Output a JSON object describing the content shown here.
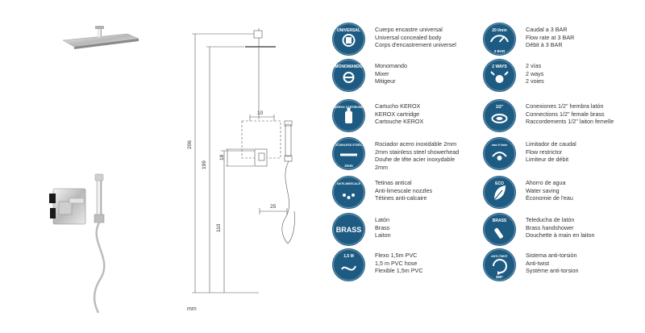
{
  "drawing": {
    "dimensions": [
      "10",
      "18",
      "206",
      "199",
      "110",
      "25"
    ],
    "unit": "mm"
  },
  "features": [
    {
      "icon": "universal-body-icon",
      "badge_text": "UNIVERSAL",
      "lines": [
        "Cuerpo encastre universal",
        "Universal concealed body",
        "Corps d'encastrement universel"
      ]
    },
    {
      "icon": "flow-rate-icon",
      "badge_text": "20 l/min",
      "badge_sub": "3 BAR",
      "lines": [
        "Caudal a 3 BAR",
        "Flow rate at 3 BAR",
        "Débit à 3 BAR"
      ]
    },
    {
      "icon": "single-lever-icon",
      "badge_text": "MONOMANDO",
      "lines": [
        "Monomando",
        "Mixer",
        "Mitigeur"
      ]
    },
    {
      "icon": "two-ways-icon",
      "badge_text": "2 WAYS",
      "lines": [
        "2 vías",
        "2 ways",
        "2 voies"
      ]
    },
    {
      "icon": "kerox-cartridge-icon",
      "badge_text": "KEROX CARTRIDGE",
      "lines": [
        "Cartucho KEROX",
        "KEROX cartridge",
        "Cartouche KEROX"
      ]
    },
    {
      "icon": "connection-icon",
      "badge_text": "1/2\"",
      "lines": [
        "Conexiones 1/2\" hembra latón",
        "Connections 1/2\" female brass",
        "Raccordements 1/2\" laiton femelle"
      ]
    },
    {
      "icon": "stainless-steel-icon",
      "badge_text": "STAINLESS STEEL",
      "badge_sub": "2mm",
      "lines": [
        "Rociador acero inoxidable 2mm",
        "2mm stainless steel showerhead",
        "Douhe de tête acier inoxydable",
        "2mm"
      ]
    },
    {
      "icon": "flow-restrictor-icon",
      "badge_text": "max 9 l/min",
      "lines": [
        "Limitador de caudal",
        "Flow restrictor",
        "Limiteur de débit"
      ]
    },
    {
      "icon": "anti-limescale-icon",
      "badge_text": "ANTILIMESCALE",
      "lines": [
        "Tetinas antical",
        "Anti-limescale nozzles",
        "Tétines anti-calcaire"
      ]
    },
    {
      "icon": "eco-icon",
      "badge_text": "ECO",
      "lines": [
        "Ahorro de agua",
        "Water saving",
        "Économie de l'eau"
      ]
    },
    {
      "icon": "brass-icon",
      "badge_text": "BRASS",
      "lines": [
        "Latón",
        "Brass",
        "Laiton"
      ]
    },
    {
      "icon": "brass-handshower-icon",
      "badge_text": "BRASS",
      "lines": [
        "Teleducha de latón",
        "Brass handshower",
        "Douchette à main en laiton"
      ]
    },
    {
      "icon": "hose-icon",
      "badge_text": "1,5 M",
      "lines": [
        "Flexo 1,5m PVC",
        "1,5 m PVC hose",
        "Flexible 1,5m PVC"
      ]
    },
    {
      "icon": "anti-twist-icon",
      "badge_text": "ANTI-TWIST",
      "badge_sub": "360°",
      "lines": [
        "Sistema anti-torsión",
        "Anti-twist",
        "Système anti-torsion"
      ]
    }
  ],
  "colors": {
    "badge": "#1d5b83",
    "text": "#333333",
    "line": "#666666"
  }
}
